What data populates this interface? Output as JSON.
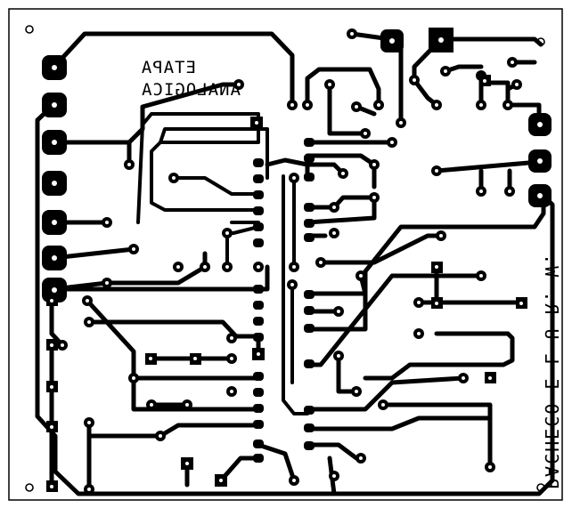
{
  "board": {
    "label_line1": "ETAPA",
    "label_line2": "ANALOGICA",
    "author": "PACHECO E L U R. W."
  },
  "colors": {
    "copper": "#000000",
    "background": "#ffffff"
  }
}
